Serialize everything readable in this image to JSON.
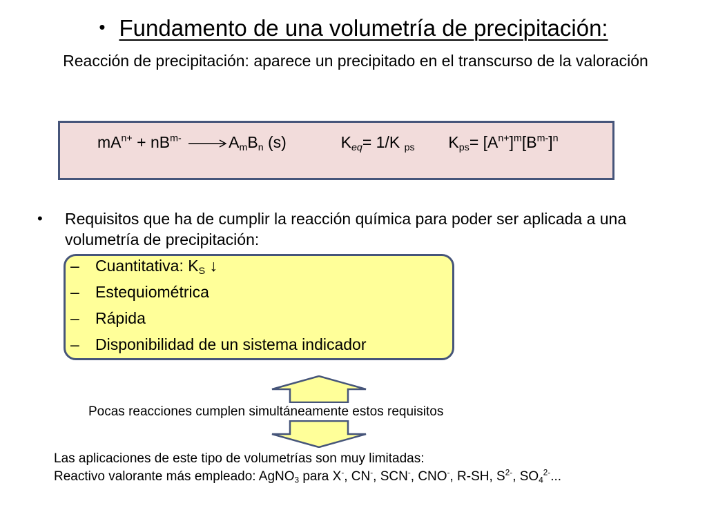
{
  "title": {
    "bullet": "•",
    "text": "Fundamento de una volumetría de precipitación:"
  },
  "subtitle": "Reacción de precipitación: aparece un precipitado en el transcurso de la valoración",
  "equation": {
    "m1": "mA",
    "sup_np": "n+",
    "plus": " + nB",
    "sup_mm": "m-",
    "prod_A": "A",
    "sub_m": "m",
    "prod_B": "B",
    "sub_n": "n",
    "solid": " (s)",
    "K1": "K",
    "sub_eq": "eq",
    "eq_rhs": "= 1/K ",
    "sub_ps1": "ps",
    "K2": "K",
    "sub_ps2": "ps",
    "kps_open": "= [A",
    "sup_np2": "n+",
    "kps_mid1": "]",
    "sup_m": "m",
    "kps_mid2": "[B",
    "sup_mm2": "m-",
    "kps_close": "]",
    "sup_n": "n"
  },
  "requirements": {
    "bullet": "•",
    "text": "Requisitos que ha de cumplir la reacción química para poder ser aplicada a una volumetría de precipitación:",
    "dash": "–",
    "items": [
      {
        "label": "Cuantitativa: K",
        "sub": "S",
        "suffix": " ↓"
      },
      {
        "label": "Estequiométrica"
      },
      {
        "label": "Rápida"
      },
      {
        "label": "Disponibilidad de un sistema indicador"
      }
    ]
  },
  "note": "Pocas reacciones cumplen simultáneamente estos requisitos",
  "bottom": {
    "line1": "Las aplicaciones de este tipo de volumetrías son muy limitadas:",
    "l2a": "Reactivo valorante más empleado: AgNO",
    "l2_sub3": "3",
    "l2b": " para X",
    "sup1": "-",
    "l2c": ", CN",
    "sup2": "-",
    "l2d": ", SCN",
    "sup3": "-",
    "l2e": ", CNO",
    "sup4": "-",
    "l2f": ", R-SH, S",
    "sup5": "2-",
    "l2g": ", SO",
    "sub4": "4",
    "sup6": "2-",
    "l2h": "..."
  },
  "colors": {
    "eq_box_fill": "#f2dcdb",
    "yellow_fill": "#ffff99",
    "border": "#46557a"
  },
  "icons": [
    "arrow-right-icon",
    "block-arrow-up-icon",
    "block-arrow-down-icon"
  ]
}
